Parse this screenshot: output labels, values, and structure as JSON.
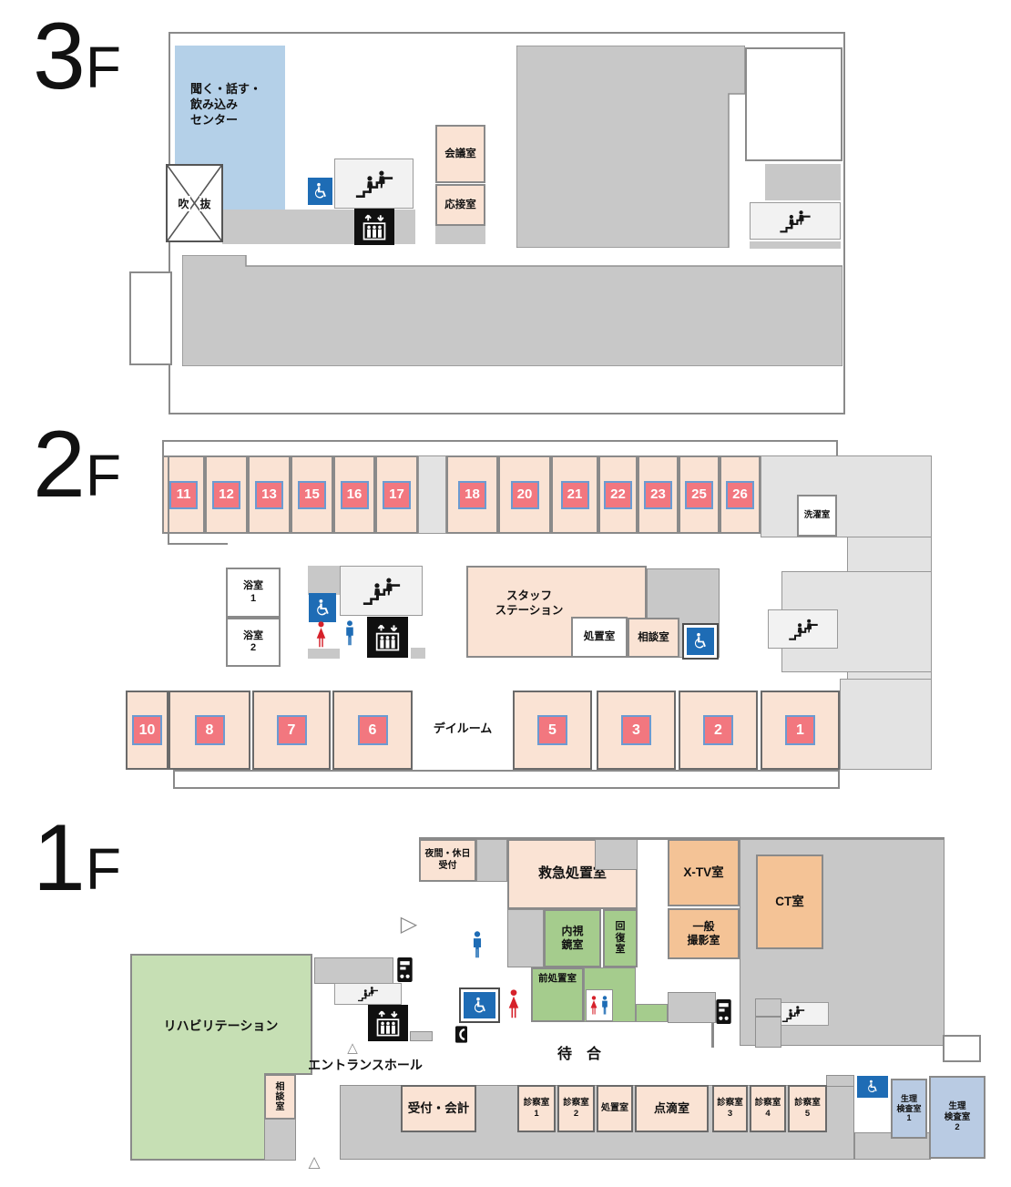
{
  "floor3": {
    "floor_number": "3",
    "floor_suffix": "F",
    "center_room": "聞く・話す・\n飲み込み\nセンター",
    "void_left": "吹",
    "void_right": "抜",
    "meeting_room": "会議室",
    "drawing_room": "応接室"
  },
  "floor2": {
    "floor_number": "2",
    "floor_suffix": "F",
    "rooms_top": [
      "11",
      "12",
      "13",
      "15",
      "16",
      "17",
      "18",
      "20",
      "21",
      "22",
      "23",
      "25",
      "26"
    ],
    "laundry": "洗濯室",
    "bath1": "浴室\n1",
    "bath2": "浴室\n2",
    "staff_station": "スタッフ\nステーション",
    "treatment_room": "処置室",
    "consult_room": "相談室",
    "dayroom": "デイルーム",
    "rooms_bottom": [
      "10",
      "8",
      "7",
      "6",
      "5",
      "3",
      "2",
      "1"
    ]
  },
  "floor1": {
    "floor_number": "1",
    "floor_suffix": "F",
    "night_reception": "夜間・休日\n受付",
    "emergency_room": "救急処置室",
    "endoscopy_room": "内視\n鏡室",
    "recovery_room": "回\n復\n室",
    "xtv_room": "X-TV室",
    "general_xray_room": "一般\n撮影室",
    "ct_room": "CT室",
    "rehabilitation": "リハビリテーション",
    "pretreatment_room": "前処置室",
    "entrance_hall": "エントランスホール",
    "waiting": "待　合",
    "consult_room": "相\n談\n室",
    "reception_accounting": "受付・会計",
    "exam_room1": "診察室\n1",
    "exam_room2": "診察室\n2",
    "treatment_room": "処置室",
    "iv_room": "点滴室",
    "exam_room3": "診察室\n3",
    "exam_room4": "診察室\n4",
    "exam_room5": "診察室\n5",
    "physio_lab1": "生理\n検査室\n1",
    "physio_lab2": "生理\n検査室\n2"
  },
  "icons": {
    "wheelchair": "accessible / wheelchair symbol",
    "stairs": "stairs with climbing figures",
    "elevator": "elevator with up-down arrows and passengers",
    "male_toilet": "blue standing figure",
    "female_toilet": "red standing figure",
    "vending_machine": "vending machine",
    "public_phone": "telephone handset",
    "entrance_triangle": "entrance marker triangle",
    "atrium_cross": "open ceiling (X crossed box)"
  },
  "colors": {
    "room_peach": "#fae3d4",
    "room_orange": "#f4c396",
    "room_green": "#a5cc8d",
    "rehab_green": "#c6dfb4",
    "center_blue": "#b4d0e8",
    "lab_blue": "#b9cbe3",
    "badge_red": "#f2777f",
    "badge_border_blue": "#6b9bd2",
    "corridor_gray": "#c8c8c8",
    "zone_gray": "#e3e3e3",
    "accent_blue": "#1e6cb5",
    "female_red": "#d6212a"
  }
}
